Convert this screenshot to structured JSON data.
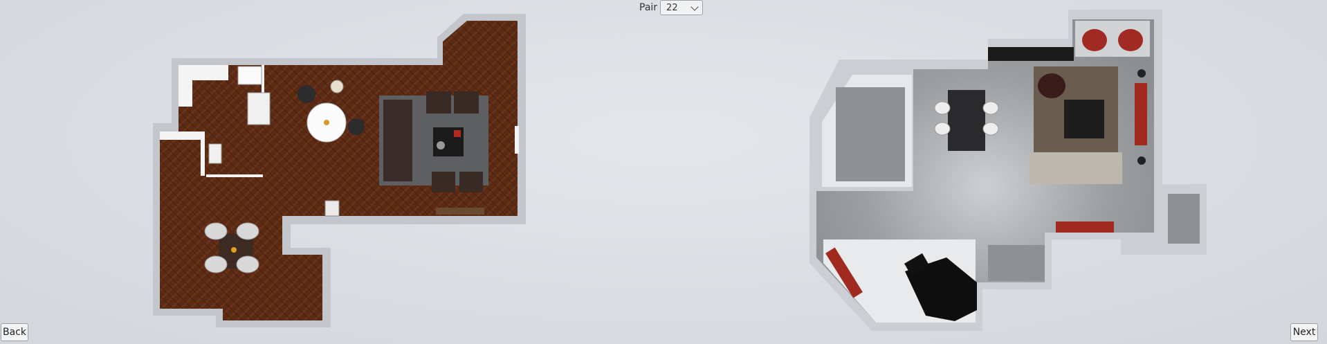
{
  "toolbar": {
    "pair_label": "Pair",
    "pair_selected": "22"
  },
  "navigation": {
    "back_label": "Back",
    "next_label": "Next"
  },
  "floorplans": {
    "left": {
      "floor_style": "dark-wood-herringbone",
      "wall_color": "#c9ccd0"
    },
    "right": {
      "floor_style": "grey-concrete",
      "wall_color": "#c9ccd0"
    }
  }
}
